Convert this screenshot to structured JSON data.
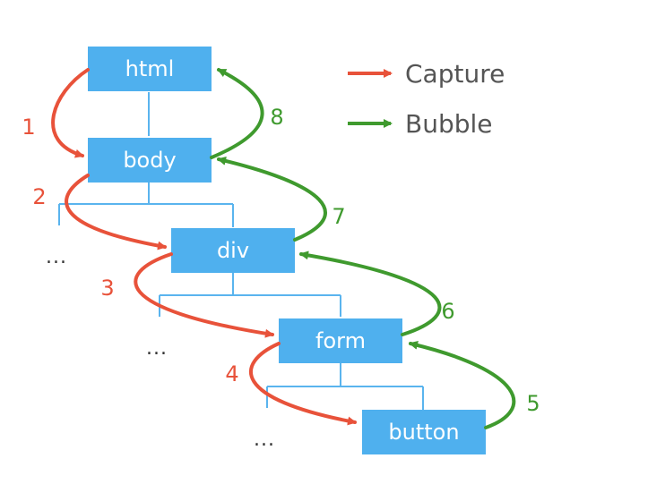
{
  "colors": {
    "node_fill": "#4fb0ee",
    "node_text": "#ffffff",
    "tree_line": "#5ab4ee",
    "capture": "#e8523a",
    "bubble": "#3f9a2e",
    "legend_text": "#555555"
  },
  "nodes": [
    {
      "id": "html",
      "label": "html"
    },
    {
      "id": "body",
      "label": "body"
    },
    {
      "id": "div",
      "label": "div"
    },
    {
      "id": "form",
      "label": "form"
    },
    {
      "id": "button",
      "label": "button"
    }
  ],
  "capture_steps": [
    "1",
    "2",
    "3",
    "4"
  ],
  "bubble_steps": [
    "5",
    "6",
    "7",
    "8"
  ],
  "ellipsis": "...",
  "legend": {
    "capture": "Capture",
    "bubble": "Bubble"
  }
}
